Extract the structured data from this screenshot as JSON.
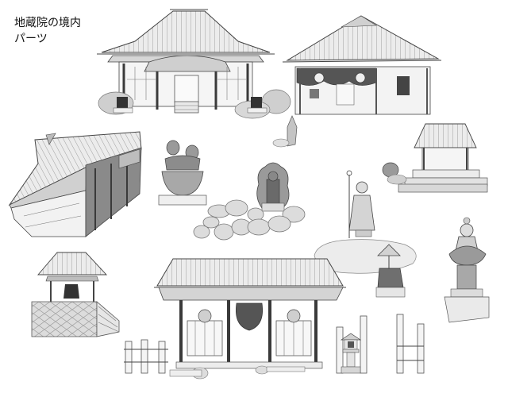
{
  "title": {
    "line1": "地蔵院の境内",
    "line2": "パーツ"
  },
  "colors": {
    "ink": "#444444",
    "roof_light": "#e8e8e8",
    "roof_dark": "#9a9a9a",
    "wall": "#f4f4f4",
    "wood": "#6f6f6f",
    "dark": "#3a3a3a",
    "ground": "#eeeeee",
    "bush": "#c8c8c8",
    "stone": "#d9d9d9"
  },
  "parts": [
    {
      "id": "main-hall",
      "icon": "temple-main-hall-icon"
    },
    {
      "id": "kuri",
      "icon": "temple-residence-icon"
    },
    {
      "id": "long-hall",
      "icon": "long-roof-hall-icon"
    },
    {
      "id": "komainu-censer",
      "icon": "incense-burner-icon"
    },
    {
      "id": "fudo-rock",
      "icon": "fudo-myoo-statue-icon"
    },
    {
      "id": "jizo-statue",
      "icon": "standing-jizo-icon"
    },
    {
      "id": "small-shrine",
      "icon": "small-shrine-icon"
    },
    {
      "id": "bell-tower",
      "icon": "bell-tower-icon"
    },
    {
      "id": "niomon",
      "icon": "temple-gate-icon"
    },
    {
      "id": "kannon-lotus",
      "icon": "lotus-kannon-icon"
    },
    {
      "id": "fence-posts",
      "icon": "wooden-fence-icon"
    },
    {
      "id": "stone-lantern",
      "icon": "stone-lantern-icon"
    }
  ]
}
